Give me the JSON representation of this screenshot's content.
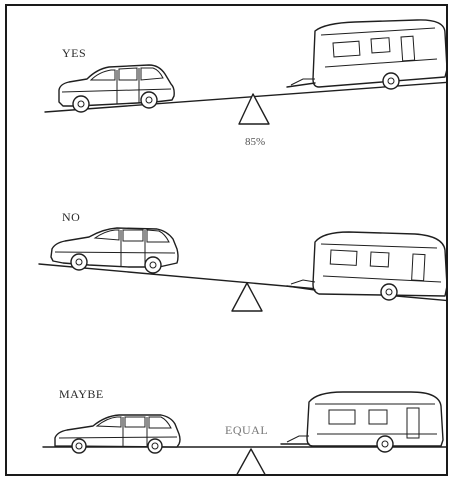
{
  "panels": {
    "yes": {
      "label": "YES",
      "caption": "85%"
    },
    "no": {
      "label": "NO"
    },
    "maybe": {
      "label": "MAYBE",
      "caption": "EQUAL"
    }
  }
}
